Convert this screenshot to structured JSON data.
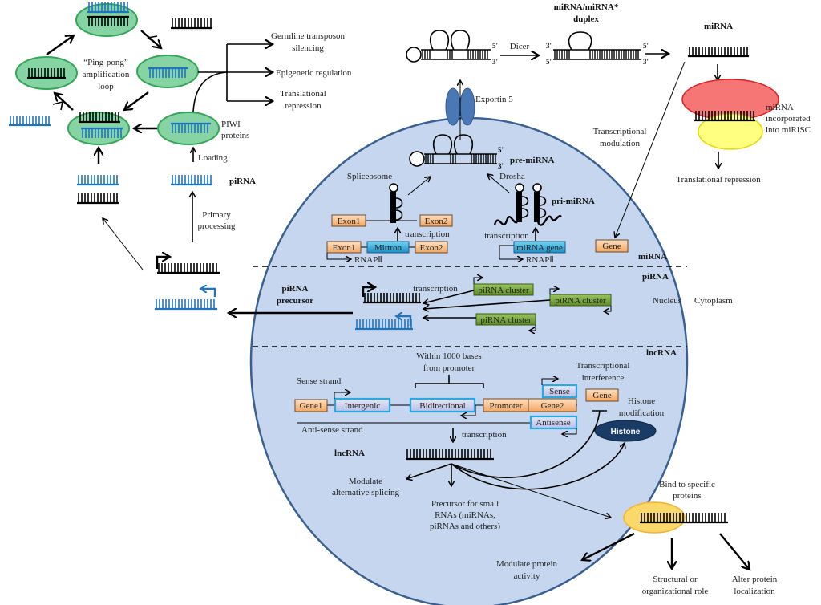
{
  "title": "Biogenesis and functions of small and long non-coding RNAs (miRNA, piRNA, lncRNA)",
  "colors": {
    "nucleus_fill": "#c5d5ee",
    "nucleus_stroke": "#3a5f91",
    "piwi_fill": "#86d4a4",
    "piwi_stroke": "#33a655",
    "pirna_blue": "#1f73c0",
    "exon_fill": "#f9c28f",
    "mirtron_fill": "#2bb7d9",
    "cluster_fill": "#6b9a32",
    "lnc_box_fill": "#cfd4ef",
    "lnc_box_stroke": "#2aa8e0",
    "risc_red": "#f67171",
    "risc_yellow": "#ffff80",
    "bind_protein": "#fad86a",
    "histone_fill": "#1a3b66",
    "exportin": "#4a78b5"
  },
  "pirna_pathway": {
    "pingpong_label": [
      "“Ping-pong”",
      "amplification",
      "loop"
    ],
    "piwi_label": [
      "PIWI",
      "proteins"
    ],
    "loading_label": "Loading",
    "pirna_label": "piRNA",
    "primary_processing_label": [
      "Primary",
      "processing"
    ],
    "functions": [
      [
        "Germline transposon",
        "silencing"
      ],
      [
        "Epigenetic regulation"
      ],
      [
        "Translational",
        "repression"
      ]
    ]
  },
  "mirna_pathway": {
    "dicer_label": "Dicer",
    "duplex_label": [
      "miRNA/miRNA*",
      "duplex"
    ],
    "mirna_label": "miRNA",
    "exportin_label": "Exportin 5",
    "pre_mirna_label": "pre-miRNA",
    "spliceosome_label": "Spliceosome",
    "drosha_label": "Drosha",
    "pri_mirna_label": "pri-miRNA",
    "transcription_label": "transcription",
    "rnap_label": "RNAPⅡ",
    "exon1": "Exon1",
    "exon2": "Exon2",
    "mirtron": "Mirtron",
    "mirna_gene": "miRNA gene",
    "gene": "Gene",
    "transcriptional_modulation": [
      "Transcriptional",
      "modulation"
    ],
    "risc_label": [
      "miRNA",
      "incorporated",
      "into miRISC"
    ],
    "translational_repression": "Translational repression",
    "five_prime": "5'",
    "three_prime": "3'"
  },
  "sections": {
    "mirna": "miRNA",
    "pirna": "piRNA",
    "lncrna": "lncRNA",
    "nucleus": "Nucleus",
    "cytoplasm": "Cytoplasm"
  },
  "pirna_nuclear": {
    "precursor_label": [
      "piRNA",
      "precursor"
    ],
    "transcription_label": "transcription",
    "cluster_label": "piRNA cluster"
  },
  "lncrna": {
    "within_label": [
      "Within 1000 bases",
      "from promoter"
    ],
    "sense_strand": "Sense strand",
    "antisense_strand": "Anti-sense strand",
    "gene1": "Gene1",
    "intergenic": "Intergenic",
    "bidirectional": "Bidirectional",
    "promoter": "Promoter",
    "gene2": "Gene2",
    "sense": "Sense",
    "antisense": "Antisense",
    "gene": "Gene",
    "transcriptional_interference": [
      "Transcriptional",
      "interference"
    ],
    "histone_modification": [
      "Histone",
      "modification"
    ],
    "histone": "Histone",
    "transcription_label": "transcription",
    "lncrna_label": "lncRNA",
    "modulate_splicing": [
      "Modulate",
      "alternative splicing"
    ],
    "precursor_small": [
      "Precursor for small",
      "RNAs (miRNAs,",
      "piRNAs and others)"
    ],
    "bind_proteins": [
      "Bind to specific",
      "proteins"
    ],
    "modulate_protein": [
      "Modulate protein",
      "activity"
    ],
    "structural_role": [
      "Structural or",
      "organizational role"
    ],
    "alter_localization": [
      "Alter protein",
      "localization"
    ]
  }
}
